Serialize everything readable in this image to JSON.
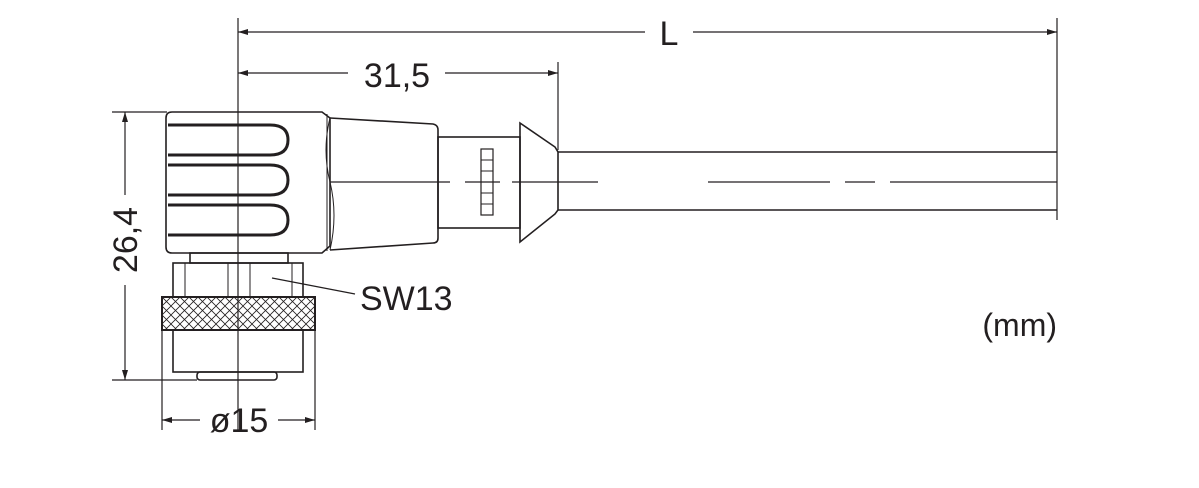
{
  "dimensions": {
    "length": "L",
    "offset": "31,5",
    "height": "26,4",
    "diameter": "ø15",
    "wrench_size": "SW13"
  },
  "unit": "(mm)",
  "colors": {
    "line": "#231f20",
    "background": "#ffffff"
  }
}
